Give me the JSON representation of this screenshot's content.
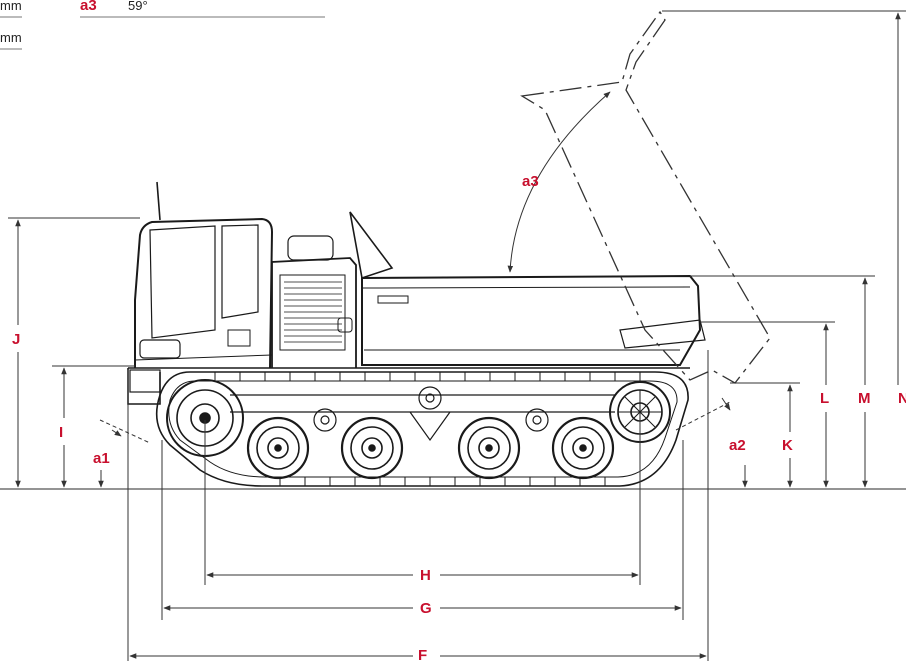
{
  "colors": {
    "label": "#c8102e",
    "line": "#1a1a1a",
    "dim": "#333333"
  },
  "spec_table": {
    "row1_unit": "mm",
    "row2_unit": "mm",
    "a3_label": "a3",
    "a3_value": "59°"
  },
  "labels": {
    "F": "F",
    "G": "G",
    "H": "H",
    "I": "I",
    "J": "J",
    "K": "K",
    "L": "L",
    "M": "M",
    "N": "N",
    "a1": "a1",
    "a2": "a2",
    "a3": "a3"
  }
}
